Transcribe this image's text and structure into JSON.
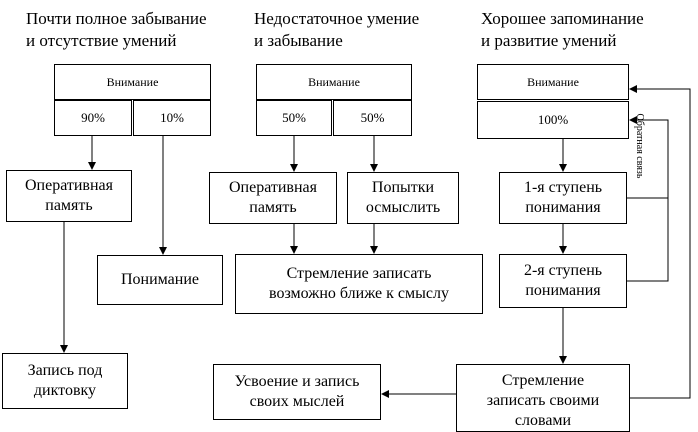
{
  "headers": {
    "col1": "Почти полное забывание\nи отсутствие умений",
    "col2": "Недостаточное умение\nи забывание",
    "col3": "Хорошее запоминание\nи развитие умений"
  },
  "col1": {
    "attention": "Внимание",
    "pct_left": "90%",
    "pct_right": "10%",
    "working_memory": "Оперативная\nпамять",
    "understanding": "Понимание",
    "dictation": "Запись под\nдиктовку"
  },
  "col2": {
    "attention": "Внимание",
    "pct_left": "50%",
    "pct_right": "50%",
    "working_memory": "Оперативная\nпамять",
    "attempts": "Попытки\nосмыслить",
    "striving": "Стремление записать\nвозможно ближе к смыслу"
  },
  "col3": {
    "attention": "Внимание",
    "pct": "100%",
    "step1": "1-я ступень\nпонимания",
    "step2": "2-я ступень\nпонимания",
    "striving": "Стремление\nзаписать своими\nсловами",
    "assimilation": "Усвоение и запись\nсвоих мыслей",
    "feedback": "Обратная связь"
  }
}
